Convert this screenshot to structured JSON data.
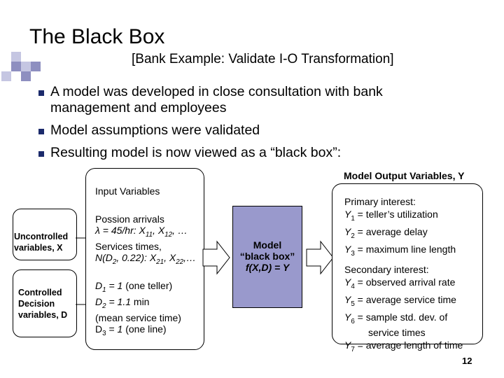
{
  "slide": {
    "title": "The Black Box",
    "subtitle": "[Bank Example: Validate I-O Transformation]",
    "bullets": [
      "A model was developed in close consultation with bank",
      "management and employees",
      "Model assumptions were validated",
      "Resulting model is now viewed as a “black box”:"
    ],
    "page_number": "12"
  },
  "diagram": {
    "output_heading": "Model Output Variables, Y",
    "input_heading": "Input Variables",
    "uncontrolled_label": [
      "Uncontrolled",
      "variables, X"
    ],
    "controlled_label": [
      "Controlled",
      "Decision",
      "variables, D"
    ],
    "uncontrolled_items": {
      "l1": "Possion arrivals",
      "l2_pre": "λ = 45/hr: X",
      "l2_s1": "11",
      "l2_mid": ", X",
      "l2_s2": "12",
      "l2_post": ", …",
      "l3": "Services times,",
      "l4_pre": "N(D",
      "l4_s1": "2",
      "l4_mid": ", 0.22): X",
      "l4_s2": "21",
      "l4_mid2": ", X",
      "l4_s3": "22",
      "l4_post": ",…"
    },
    "controlled_items": {
      "d1_pre": "D",
      "d1_sub": "1",
      "d1_eq": " = ",
      "d1_val": "1",
      "d1_note": " (one teller)",
      "d2_pre": "D",
      "d2_sub": "2",
      "d2_eq": " = ",
      "d2_val": "1.1",
      "d2_note": " min",
      "d2_note2": "(mean service time)",
      "d3_pre": "D",
      "d3_sub": "3",
      "d3_eq": " = ",
      "d3_val": "1",
      "d3_note": " (one line)"
    },
    "black_box": {
      "l1": "Model",
      "l2": "“black box”",
      "l3": "f(X,D) = Y"
    },
    "outputs": {
      "primary_heading": "Primary interest:",
      "primary": [
        {
          "sym": "Y",
          "sub": "1",
          "desc": " = teller’s utilization"
        },
        {
          "sym": "Y",
          "sub": "2",
          "desc": " = average delay"
        },
        {
          "sym": "Y",
          "sub": "3",
          "desc": " = maximum line length"
        }
      ],
      "secondary_heading": "Secondary interest:",
      "secondary": [
        {
          "sym": "Y",
          "sub": "4",
          "desc": " = observed arrival rate"
        },
        {
          "sym": "Y",
          "sub": "5",
          "desc": " = average service time"
        },
        {
          "sym": "Y",
          "sub": "6",
          "desc": " = sample std. dev. of"
        },
        {
          "sym": "",
          "sub": "",
          "desc": "service times"
        },
        {
          "sym": "Y",
          "sub": "7",
          "desc": " = average length of time"
        }
      ]
    }
  },
  "colors": {
    "bullet": "#1b2a6b",
    "black_box": "#9999cc",
    "deco_dark": "#8e8fc0",
    "deco_light": "#c5c6e2"
  }
}
